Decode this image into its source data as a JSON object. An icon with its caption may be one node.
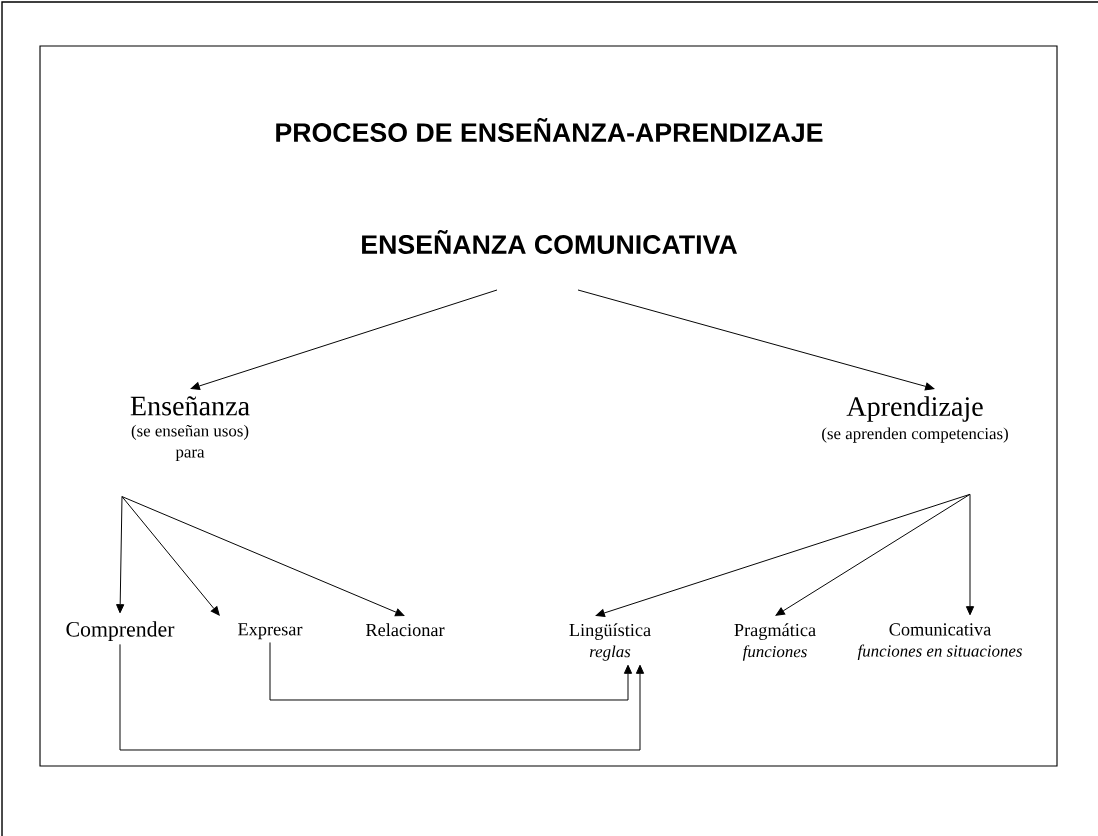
{
  "diagram": {
    "title": "PROCESO DE ENSEÑANZA-APRENDIZAJE",
    "nodes": [
      {
        "text": [
          "ENSEÑANZA COMUNICATIVA"
        ]
      },
      {
        "text": [
          "Enseñanza",
          "(se enseñan usos)",
          "para"
        ]
      },
      {
        "text": [
          "Aprendizaje",
          "(se aprenden competencias)"
        ]
      },
      {
        "text": [
          "Comprender"
        ]
      },
      {
        "text": [
          "Expresar"
        ]
      },
      {
        "text": [
          "Relacionar"
        ]
      },
      {
        "text": [
          "Lingüística",
          "reglas"
        ]
      },
      {
        "text": [
          "Pragmática",
          "funciones"
        ]
      },
      {
        "text": [
          "Comunicativa",
          "funciones en situaciones"
        ]
      }
    ],
    "edges": [
      {
        "from": 0,
        "to": 1,
        "arrow": "to"
      },
      {
        "from": 0,
        "to": 2,
        "arrow": "to"
      },
      {
        "from": 1,
        "to": 3,
        "arrow": "to"
      },
      {
        "from": 1,
        "to": 4,
        "arrow": "to"
      },
      {
        "from": 1,
        "to": 5,
        "arrow": "to"
      },
      {
        "from": 2,
        "to": 6,
        "arrow": "to"
      },
      {
        "from": 2,
        "to": 7,
        "arrow": "to"
      },
      {
        "from": 2,
        "to": 8,
        "arrow": "to"
      },
      {
        "from": 4,
        "to": 6,
        "arrow": "to"
      },
      {
        "from": 3,
        "to": 6,
        "arrow": "to"
      }
    ]
  }
}
